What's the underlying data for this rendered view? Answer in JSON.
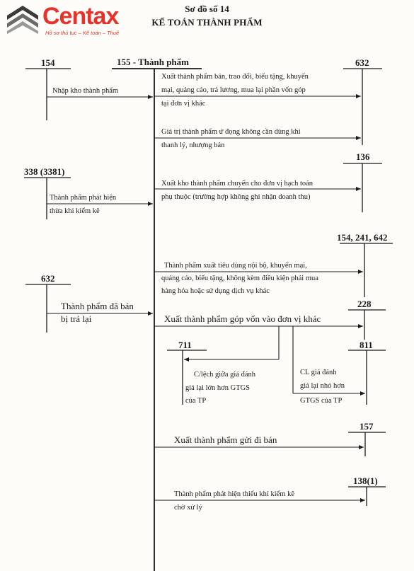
{
  "logo": {
    "name": "Centax",
    "tagline": "Hồ sơ thủ tục – Kế toán – Thuế"
  },
  "header": {
    "diagram_no": "Sơ đồ số 14",
    "title": "KẾ TOÁN THÀNH PHẨM"
  },
  "accounts": {
    "a154": "154",
    "a155": "155 - Thành phẩm",
    "a632_top": "632",
    "a136": "136",
    "a3381": "338 (3381)",
    "a154_241_642": "154, 241, 642",
    "a632_left": "632",
    "a228": "228",
    "a711": "711",
    "a811": "811",
    "a157": "157",
    "a1381": "138(1)"
  },
  "labels": {
    "nhap_kho": "Nhập kho thành phẩm",
    "xuat_ban_1": "Xuất thành phẩm bán, trao đổi, biếu tặng, khuyến",
    "xuat_ban_2": "mại, quảng cáo, trả lương, mua lại phần vốn góp",
    "xuat_ban_3": "tại đơn vị khác",
    "ung_dong_1": "Giá trị thành phẩm ứ đọng không cần dùng khi",
    "ung_dong_2": "thanh lý, nhượng bán",
    "phu_thuoc_1": "Xuất kho thành phẩm chuyển cho đơn vị hạch toán",
    "phu_thuoc_2": "phụ thuộc (trường hợp không ghi nhận doanh thu)",
    "thua_1": "Thành phẩm phát hiện",
    "thua_2": "thừa khi kiểm kê",
    "noi_bo_1": "Thành phẩm xuất tiêu dùng nội bộ, khuyến mại,",
    "noi_bo_2": "quảng cáo, biếu tặng, không kèm điều kiện phải mua",
    "noi_bo_3": "hàng hóa hoặc sử dụng dịch vụ khác",
    "tra_lai_1": "Thành phẩm đã bán",
    "tra_lai_2": "bị trả lại",
    "gop_von": "Xuất thành phẩm góp vốn vào đơn vị khác",
    "clech_1": "C/lệch giữa giá đánh",
    "clech_2": "giá  lại lớn hơn GTGS",
    "clech_3": "của TP",
    "cl_nho_1": "CL giá đánh",
    "cl_nho_2": "giá lại nhỏ hơn",
    "cl_nho_3": "GTGS của TP",
    "gui_ban": "Xuất thành phẩm gửi đi bán",
    "thieu_1": "Thành phẩm phát hiện thiếu khi kiểm kê",
    "thieu_2": "chờ xử lý"
  },
  "colors": {
    "brand_red": "#e63329",
    "ink": "#1a1a1a"
  }
}
